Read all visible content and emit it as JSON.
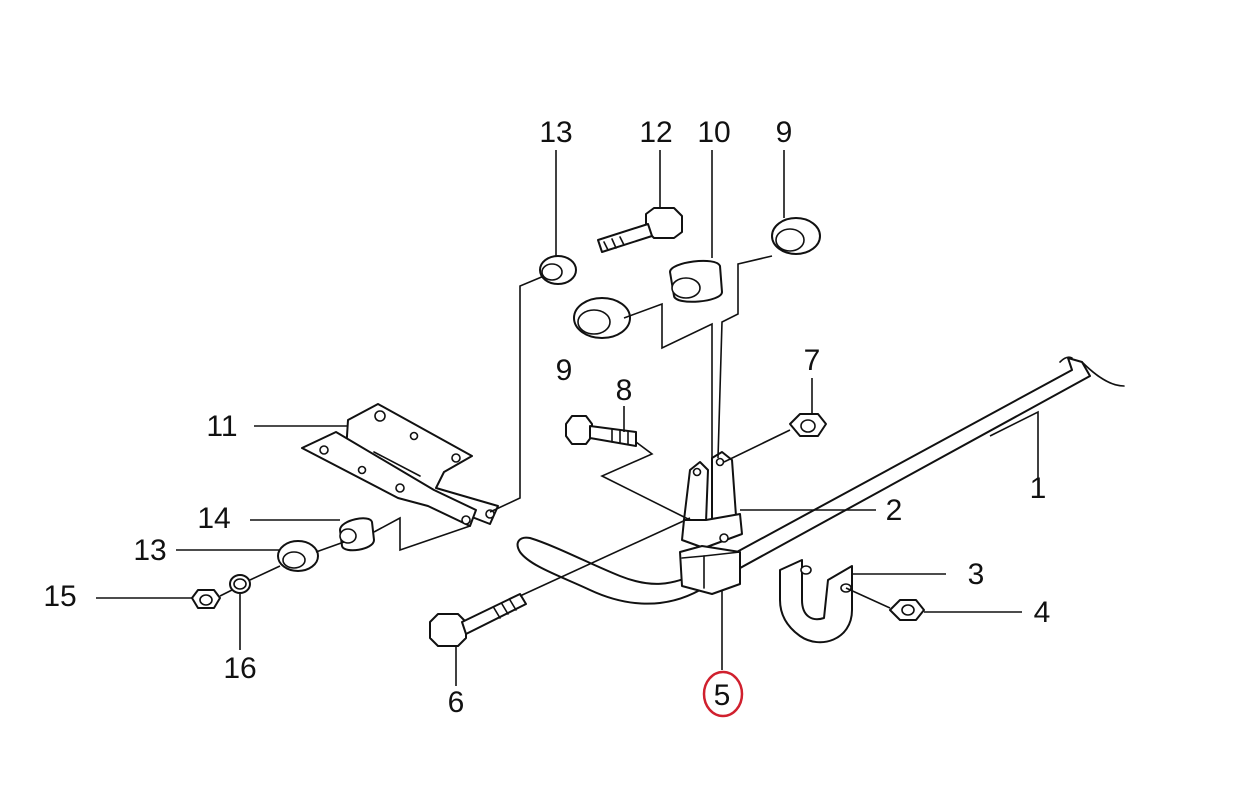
{
  "callouts": {
    "c1": "1",
    "c2": "2",
    "c3": "3",
    "c4": "4",
    "c5": "5",
    "c6": "6",
    "c7": "7",
    "c8": "8",
    "c9_top": "9",
    "c9_left": "9",
    "c10": "10",
    "c11": "11",
    "c12": "12",
    "c13_top": "13",
    "c13_left": "13",
    "c14": "14",
    "c15": "15",
    "c16": "16"
  },
  "highlighted_callout": "5",
  "colors": {
    "line": "#111111",
    "background": "#ffffff",
    "highlight": "#d0202e"
  }
}
